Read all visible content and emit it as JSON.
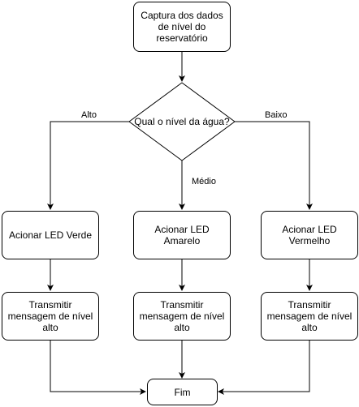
{
  "diagram": {
    "start": "Captura dos dados\nde nível do\nreservatório",
    "decision": "Qual o nível da água?",
    "edges": {
      "left": "Alto",
      "middle": "Médio",
      "right": "Baixo"
    },
    "actions": {
      "left": "Acionar LED Verde",
      "middle": "Acionar LED Amarelo",
      "right": "Acionar LED\nVermelho"
    },
    "messages": {
      "left": "Transmitir\nmensagem de nível\nalto",
      "middle": "Transmitir\nmensagem de nível\nalto",
      "right": "Transmitir\nmensagem de nível\nalto"
    },
    "end": "Fim"
  }
}
